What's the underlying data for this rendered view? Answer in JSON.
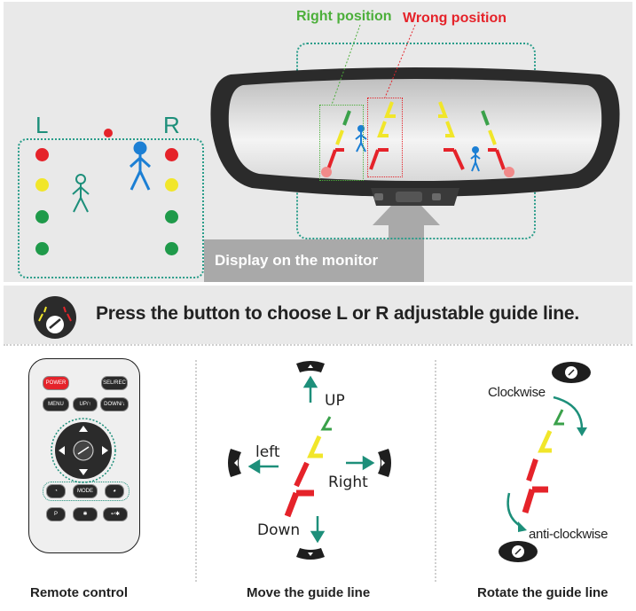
{
  "top": {
    "right_position_label": "Right position",
    "wrong_position_label": "Wrong position",
    "left_label": "L",
    "right_label": "R",
    "monitor_label": "Display on the monitor"
  },
  "instruction": {
    "title": "Press the button to choose L or R adjustable guide line."
  },
  "remote": {
    "caption": "Remote control",
    "power_label": "POWER",
    "selrec_label": "SEL/REC",
    "menu_label": "MENU",
    "up_label": "UP/↑",
    "down_label": "DOWN/↓",
    "mode_label": "MODE",
    "p_label": "P",
    "star_label": "✱",
    "back_label": "↩✱"
  },
  "move": {
    "caption": "Move the guide line",
    "up": "UP",
    "down": "Down",
    "left": "left",
    "right": "Right"
  },
  "rotate": {
    "caption": "Rotate the guide line",
    "clockwise": "Clockwise",
    "anticlockwise": "anti-clockwise"
  },
  "colors": {
    "red": "#e5232a",
    "yellow": "#f1e62a",
    "green": "#3aa14a",
    "teal": "#1d8f7a"
  }
}
